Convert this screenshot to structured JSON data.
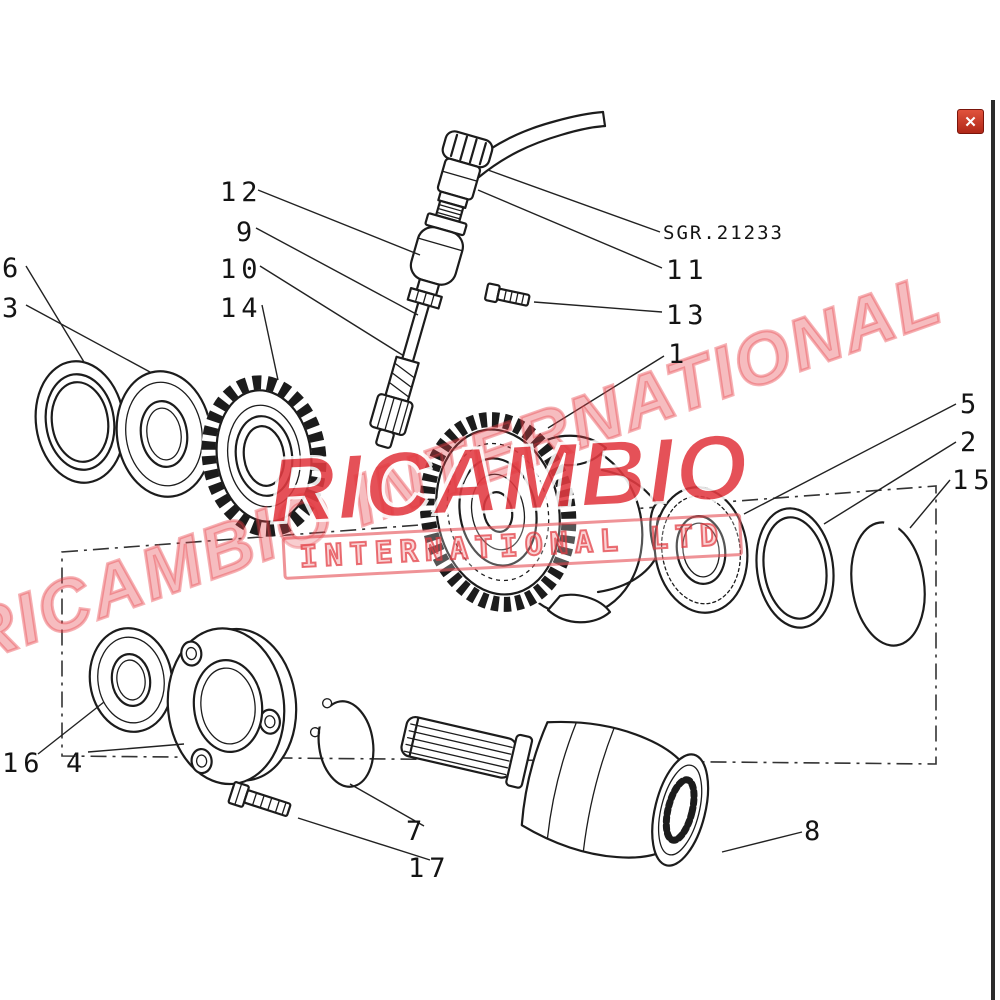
{
  "window": {
    "close_button_label": "✕"
  },
  "diagram": {
    "reference_code": "SGR.21233",
    "part_labels": {
      "1": "1",
      "2": "2",
      "3": "3",
      "4": "4",
      "5": "5",
      "6": "6",
      "7": "7",
      "8": "8",
      "9": "9",
      "10": "10",
      "11": "11",
      "12": "12",
      "13": "13",
      "14": "14",
      "15": "15",
      "16": "16",
      "17": "17"
    }
  },
  "watermark": {
    "diagonal_text": "RICAMBIO INTERNATIONAL",
    "brand": "RICAMBIO",
    "subtitle": "INTERNATIONAL LTD",
    "color": "#e23a41"
  }
}
